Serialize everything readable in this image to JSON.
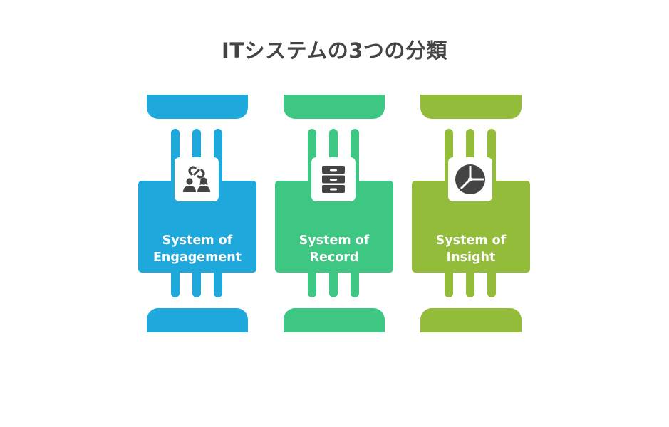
{
  "title": "ITシステムの3つの分類",
  "pillars": [
    {
      "label_line1": "System of",
      "label_line2": "Engagement",
      "color": "#1fa8dc",
      "icon": "people-link-icon"
    },
    {
      "label_line1": "System of",
      "label_line2": "Record",
      "color": "#3ec783",
      "icon": "filing-cabinet-icon"
    },
    {
      "label_line1": "System of",
      "label_line2": "Insight",
      "color": "#93bc3a",
      "icon": "pie-chart-icon"
    }
  ]
}
